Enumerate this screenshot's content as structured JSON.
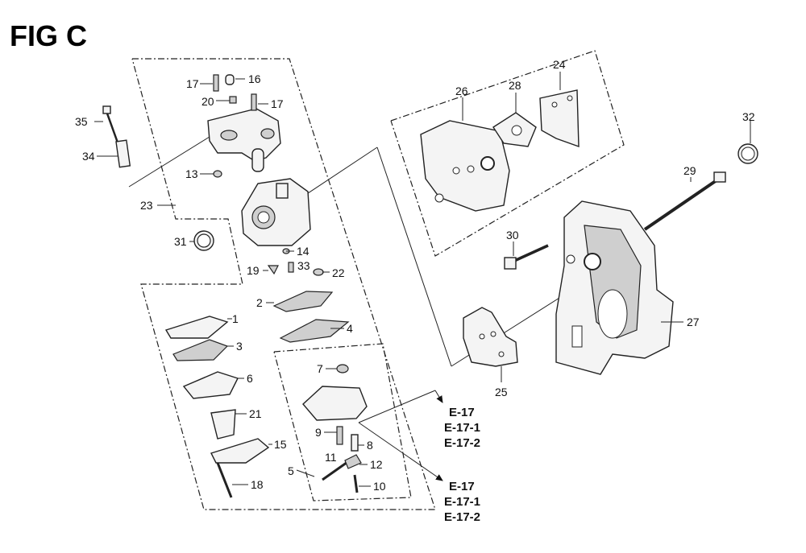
{
  "figure": {
    "title": "FIG C"
  },
  "callouts": {
    "c1": "1",
    "c2": "2",
    "c3": "3",
    "c4": "4",
    "c5": "5",
    "c6": "6",
    "c7": "7",
    "c8": "8",
    "c9": "9",
    "c10": "10",
    "c11": "11",
    "c12": "12",
    "c13": "13",
    "c14": "14",
    "c15": "15",
    "c16": "16",
    "c17a": "17",
    "c17b": "17",
    "c18": "18",
    "c19": "19",
    "c20": "20",
    "c21": "21",
    "c22": "22",
    "c23": "23",
    "c24": "24",
    "c25": "25",
    "c26": "26",
    "c27": "27",
    "c28": "28",
    "c29": "29",
    "c30": "30",
    "c31": "31",
    "c32": "32",
    "c33": "33",
    "c34": "34",
    "c35": "35"
  },
  "references": {
    "upper": [
      "E-17",
      "E-17-1",
      "E-17-2"
    ],
    "lower": [
      "E-17",
      "E-17-1",
      "E-17-2"
    ]
  }
}
